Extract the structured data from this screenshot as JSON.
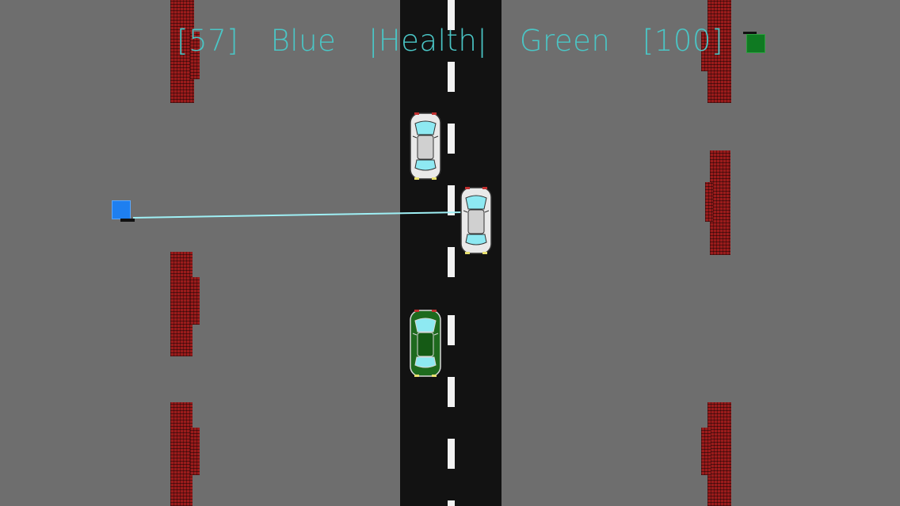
{
  "hud": {
    "blue_health": "[57]",
    "blue_label": "Blue",
    "health_label": "|Health|",
    "green_label": "Green",
    "green_health": "[100]",
    "text_color": "#4ac6c6"
  },
  "players": {
    "blue": {
      "color": "#1e7ff0",
      "icon": "blue-square-player"
    },
    "green": {
      "color": "#0f7a22",
      "icon": "green-square-player"
    }
  },
  "laser_color": "#9ff0f5",
  "colors": {
    "ground": "#6e6e6e",
    "road": "#121212",
    "lane_dash": "#f2f2f2",
    "brick_wall": "#9a1b1b",
    "car_white": "#e9e9e9",
    "car_green": "#1e6a1e",
    "car_glass": "#8ee9f2"
  },
  "cars": [
    {
      "name": "white-car-top",
      "body": "#e9e9e9"
    },
    {
      "name": "white-car-right",
      "body": "#e9e9e9"
    },
    {
      "name": "green-car",
      "body": "#1e6a1e"
    }
  ]
}
